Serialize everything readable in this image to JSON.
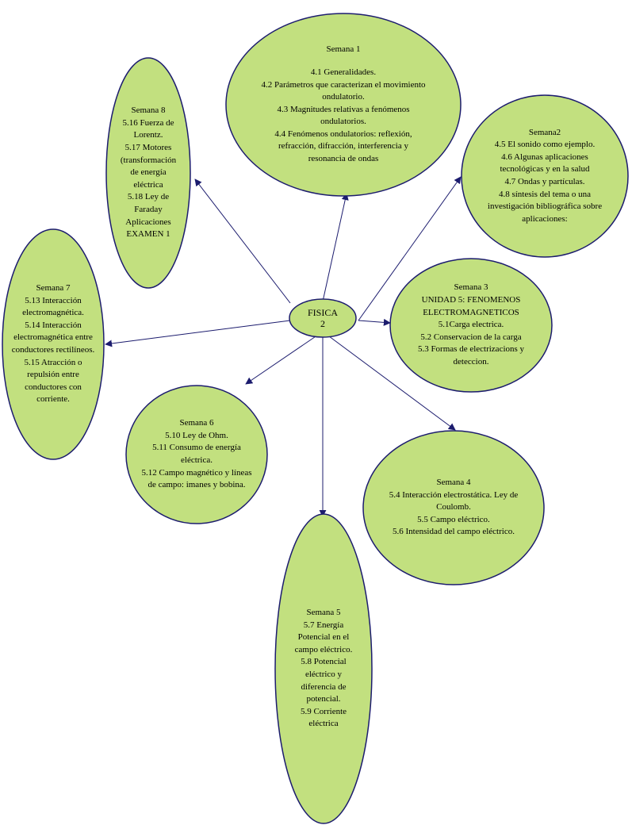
{
  "colors": {
    "node_fill": "#c2e07f",
    "node_stroke": "#1c1c6e",
    "edge": "#1c1c6e"
  },
  "center": {
    "lines": [
      "FISICA",
      "2"
    ]
  },
  "nodes": [
    {
      "id": "semana-1",
      "title": "Semana 1",
      "lines": [
        "4.1 Generalidades.",
        "4.2 Parámetros que caracterizan el movimiento ondulatorio.",
        "4.3 Magnitudes relativas a fenómenos ondulatorios.",
        "4.4 Fenómenos ondulatorios: reflexión, refracción, difracción, interferencia y resonancia de  ondas"
      ]
    },
    {
      "id": "semana-2",
      "title": "Semana2",
      "lines": [
        "4.5 El sonido como ejemplo.",
        "4.6 Algunas aplicaciones tecnológicas y en la salud",
        "4.7 Ondas y partículas.",
        "4.8 síntesis del tema o una investigación bibliográfica sobre aplicaciones:"
      ]
    },
    {
      "id": "semana-3",
      "title": "Semana 3",
      "lines": [
        "UNIDAD 5: FENOMENOS ELECTROMAGNETICOS",
        "5.1Carga electrica.",
        "5.2 Conservacion de la carga",
        "5.3 Formas de electrizacions y deteccion."
      ]
    },
    {
      "id": "semana-4",
      "title": "Semana 4",
      "lines": [
        "5.4 Interacción electrostática. Ley de Coulomb.",
        "5.5 Campo eléctrico.",
        "5.6 Intensidad del campo eléctrico."
      ]
    },
    {
      "id": "semana-5",
      "title": "Semana 5",
      "lines": [
        "5.7 Energía Potencial en el campo eléctrico.",
        "5.8 Potencial eléctrico y diferencia de potencial.",
        "5.9 Corriente eléctrica"
      ]
    },
    {
      "id": "semana-6",
      "title": "Semana 6",
      "lines": [
        "5.10 Ley de Ohm.",
        "5.11 Consumo de energía eléctrica.",
        "5.12 Campo magnético y líneas de campo: imanes y bobina."
      ]
    },
    {
      "id": "semana-7",
      "title": "Semana 7",
      "lines": [
        "5.13 Interacción electromagnética.",
        "5.14 Interacción electromagnética entre conductores rectilíneos.",
        "5.15 Atracción o repulsión entre conductores con corriente."
      ]
    },
    {
      "id": "semana-8",
      "title": "Semana 8",
      "lines": [
        "5.16 Fuerza de Lorentz.",
        "5.17 Motores (transformación de energía eléctrica",
        "5.18 Ley de Faraday Aplicaciones EXAMEN 1"
      ]
    }
  ]
}
